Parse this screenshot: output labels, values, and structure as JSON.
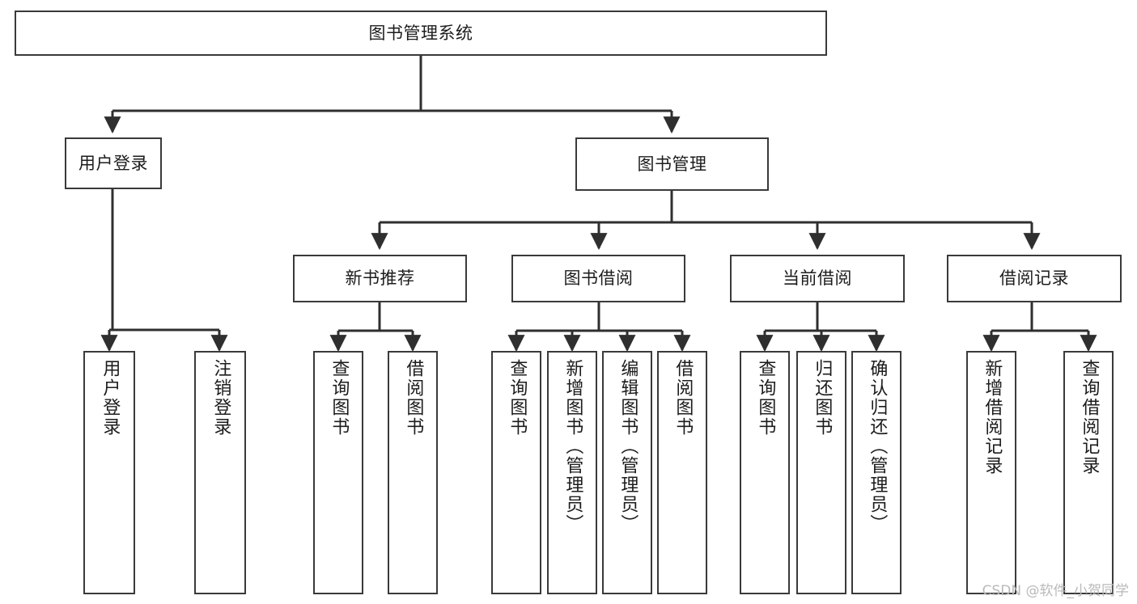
{
  "diagram": {
    "type": "tree-hierarchy",
    "title": "图书管理系统",
    "orientation": "top-down",
    "colors": {
      "box_border": "#3a3a3a",
      "box_fill": "#ffffff",
      "edge": "#2f2f2f",
      "text": "#1c1c1c",
      "watermark": "#b9b9b9"
    },
    "watermark": "CSDN @软件_小贺同学",
    "nodes": {
      "root": {
        "label": "图书管理系统"
      },
      "level2": [
        {
          "id": "user-login",
          "label": "用户登录"
        },
        {
          "id": "book-manage",
          "label": "图书管理"
        }
      ],
      "level3": [
        {
          "id": "new-book-rec",
          "label": "新书推荐"
        },
        {
          "id": "book-borrow",
          "label": "图书借阅"
        },
        {
          "id": "current-borrow",
          "label": "当前借阅"
        },
        {
          "id": "borrow-record",
          "label": "借阅记录"
        }
      ],
      "leaves": {
        "user-login": [
          {
            "id": "leaf-user-login",
            "label": "用户登录"
          },
          {
            "id": "leaf-user-logout",
            "label": "注销登录"
          }
        ],
        "new-book-rec": [
          {
            "id": "leaf-query-book-1",
            "label": "查询图书"
          },
          {
            "id": "leaf-borrow-book-1",
            "label": "借阅图书"
          }
        ],
        "book-borrow": [
          {
            "id": "leaf-query-book-2",
            "label": "查询图书"
          },
          {
            "id": "leaf-add-book",
            "label": "新增图书（管理员）"
          },
          {
            "id": "leaf-edit-book",
            "label": "编辑图书（管理员）"
          },
          {
            "id": "leaf-borrow-book-2",
            "label": "借阅图书"
          }
        ],
        "current-borrow": [
          {
            "id": "leaf-query-book-3",
            "label": "查询图书"
          },
          {
            "id": "leaf-return-book",
            "label": "归还图书"
          },
          {
            "id": "leaf-confirm-return",
            "label": "确认归还（管理员）"
          }
        ],
        "borrow-record": [
          {
            "id": "leaf-add-record",
            "label": "新增借阅记录"
          },
          {
            "id": "leaf-query-record",
            "label": "查询借阅记录"
          }
        ]
      }
    }
  }
}
